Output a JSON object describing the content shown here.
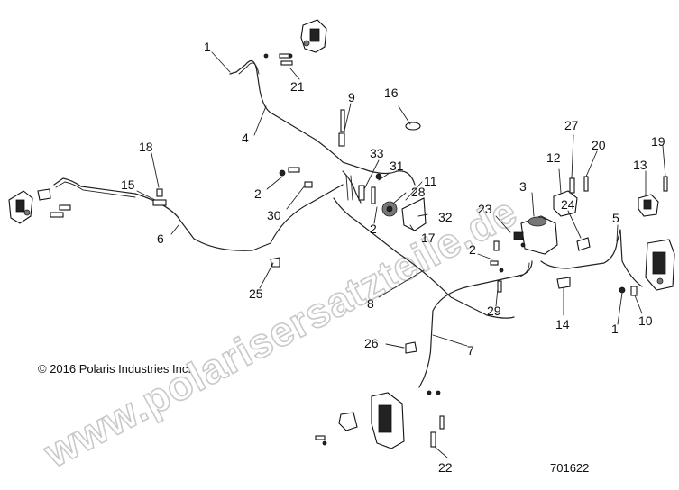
{
  "watermark": "www.polarisersatzteile.de",
  "copyright": "© 2016 Polaris Industries Inc.",
  "diagram_number": "701622",
  "callouts": {
    "c1a": "1",
    "c21": "21",
    "c4": "4",
    "c9": "9",
    "c16": "16",
    "c18": "18",
    "c15": "15",
    "c6": "6",
    "c33": "33",
    "c31": "31",
    "c11": "11",
    "c2a": "2",
    "c30": "30",
    "c28": "28",
    "c2b": "2",
    "c32": "32",
    "c17": "17",
    "c3": "3",
    "c12": "12",
    "c27": "27",
    "c20": "20",
    "c13": "13",
    "c19": "19",
    "c23": "23",
    "c24": "24",
    "c5": "5",
    "c2c": "2",
    "c25": "25",
    "c8": "8",
    "c29": "29",
    "c14": "14",
    "c1b": "1",
    "c10": "10",
    "c26": "26",
    "c7": "7",
    "c22": "22"
  }
}
